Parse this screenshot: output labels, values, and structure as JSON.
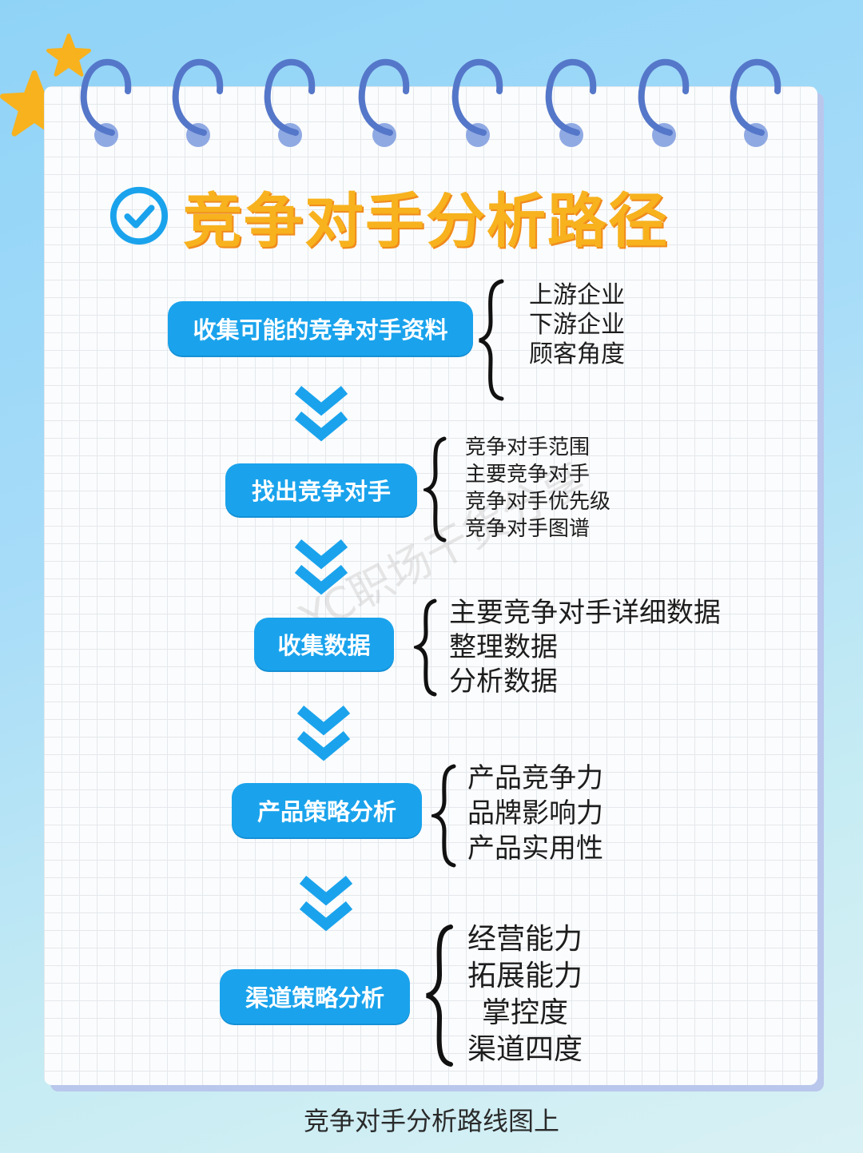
{
  "title": "竞争对手分析路径",
  "steps": [
    {
      "label": "收集可能的竞争对手资料",
      "items": [
        "上游企业",
        "下游企业",
        "顾客角度"
      ]
    },
    {
      "label": "找出竞争对手",
      "items": [
        "竞争对手范围",
        "主要竞争对手",
        "竞争对手优先级",
        "竞争对手图谱"
      ]
    },
    {
      "label": "收集数据",
      "items": [
        "主要竞争对手详细数据",
        "整理数据",
        "分析数据"
      ]
    },
    {
      "label": "产品策略分析",
      "items": [
        "产品竞争力",
        "品牌影响力",
        "产品实用性"
      ]
    },
    {
      "label": "渠道策略分析",
      "items": [
        "经营能力",
        "拓展能力",
        "掌控度",
        "渠道四度"
      ]
    }
  ],
  "watermark": "YC职场干货分享",
  "caption": "竞争对手分析路线图上",
  "colors": {
    "title": "#f7b21e",
    "accent": "#1aa3ec",
    "ring": "#5577c9"
  },
  "icons": {
    "title": "check-circle-icon",
    "arrow": "double-chevron-down-icon",
    "decor": "star-icon",
    "binding": "spiral-ring-icon"
  }
}
